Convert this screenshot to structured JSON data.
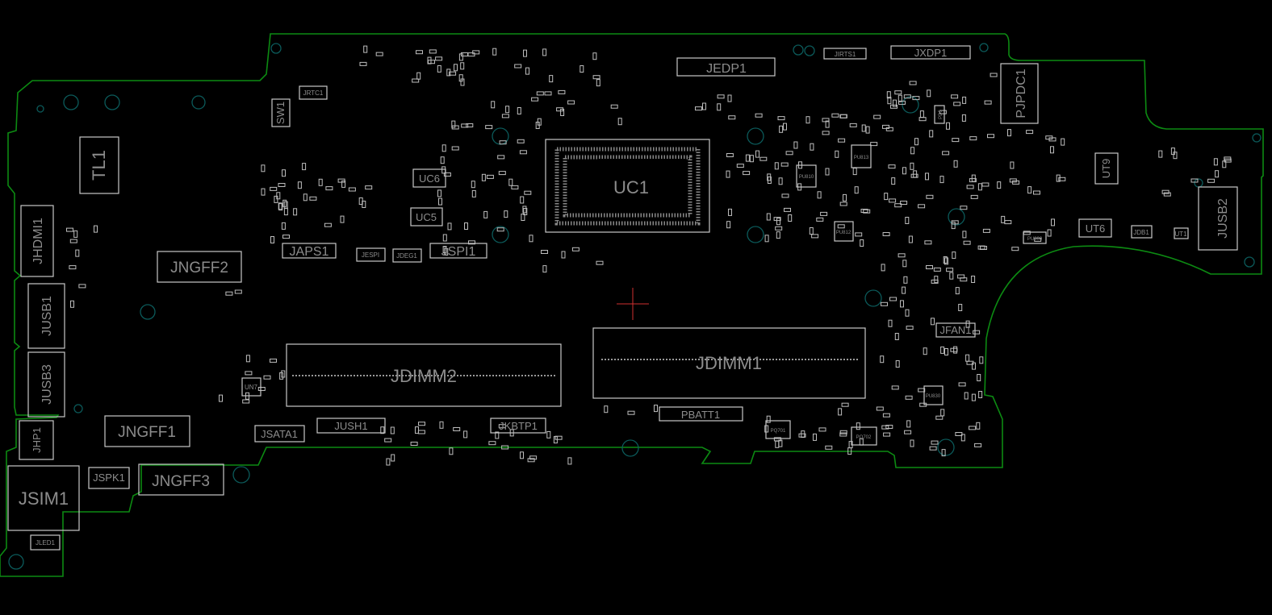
{
  "viewer": {
    "background": "#000000",
    "outline_color": "#0c8a12",
    "part_color": "#c8c8c8",
    "cursor_color": "#d03030"
  },
  "labels": {
    "UC1": "UC1",
    "JDIMM1": "JDIMM1",
    "JDIMM2": "JDIMM2",
    "JEDP1": "JEDP1",
    "JXDP1": "JXDP1",
    "JIRTS1": "JIRTS1",
    "PJPDC1": "PJPDC1",
    "UT9": "UT9",
    "JUSB2": "JUSB2",
    "UT6": "UT6",
    "JDB1": "JDB1",
    "JFAN1": "JFAN1",
    "PBATT1": "PBATT1",
    "JUSH1": "JUSH1",
    "JKBTP1": "JKBTP1",
    "JSATA1": "JSATA1",
    "JNGFF1": "JNGFF1",
    "JNGFF2": "JNGFF2",
    "JNGFF3": "JNGFF3",
    "JSPK1": "JSPK1",
    "JSIM1": "JSIM1",
    "JLED1": "JLED1",
    "JHP1": "JHP1",
    "JUSB3": "JUSB3",
    "JUSB1": "JUSB1",
    "JHDMI1": "JHDMI1",
    "TL1": "TL1",
    "SW1": "SW1",
    "JRTC1": "JRTC1",
    "JAPS1": "JAPS1",
    "JESPI": "JESPI",
    "JDEG1": "JDEG1",
    "JSPI1": "JSPI1",
    "UC6": "UC6",
    "UC5": "UC5",
    "UN7": "UN7",
    "PU810": "PU810",
    "PU813": "PU813",
    "PU812": "PU812",
    "PU800": "PU800",
    "PU830": "PU830",
    "PD5": "PD5",
    "PQ701": "PQ701",
    "PQ702": "PQ702",
    "UT1": "UT1"
  }
}
